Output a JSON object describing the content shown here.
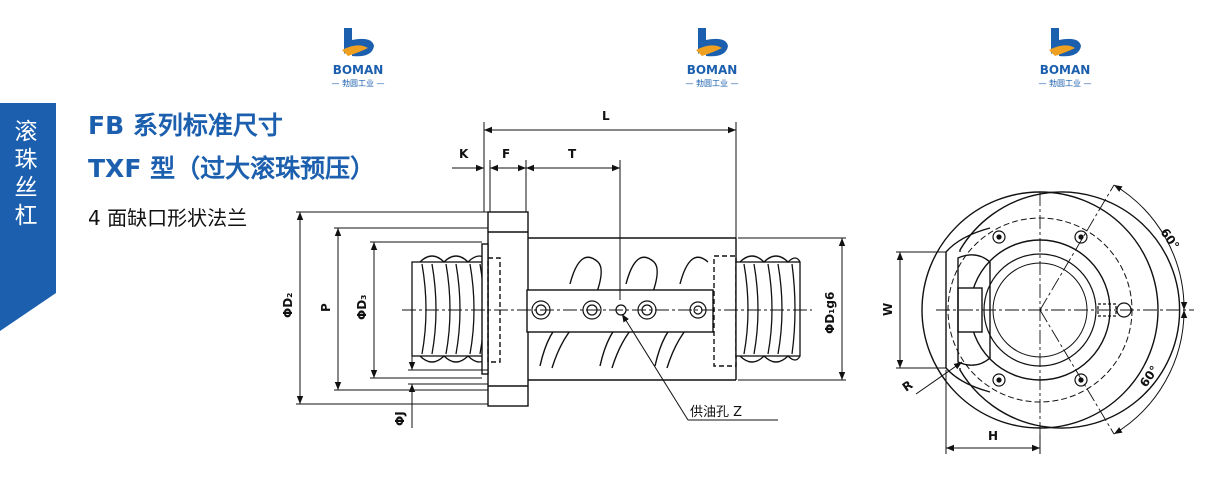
{
  "logo": {
    "brand": "BOMAN",
    "brand_cn": "— 勃圆工业 —",
    "colors": {
      "primary": "#1b5fae",
      "accent": "#f0a020"
    }
  },
  "sidebar": {
    "label_chars": [
      "滚",
      "珠",
      "丝",
      "杠"
    ],
    "color": "#1b5fae"
  },
  "header": {
    "title_line1": "FB 系列标准尺寸",
    "title_line2": "TXF 型（过大滚珠预压）",
    "subtitle": "4 面缺口形状法兰",
    "title_color": "#1b5fae"
  },
  "drawing": {
    "labels": {
      "L": "L",
      "K": "K",
      "F": "F",
      "T": "T",
      "D2": "ΦD₂",
      "P": "P",
      "D3": "ΦD₃",
      "D1": "ΦD₁g6",
      "J": "ΦJ",
      "oil_hole": "供油孔 Z",
      "W": "W",
      "H": "H",
      "R": "R",
      "angle_top": "60°",
      "angle_bottom": "60°"
    }
  }
}
